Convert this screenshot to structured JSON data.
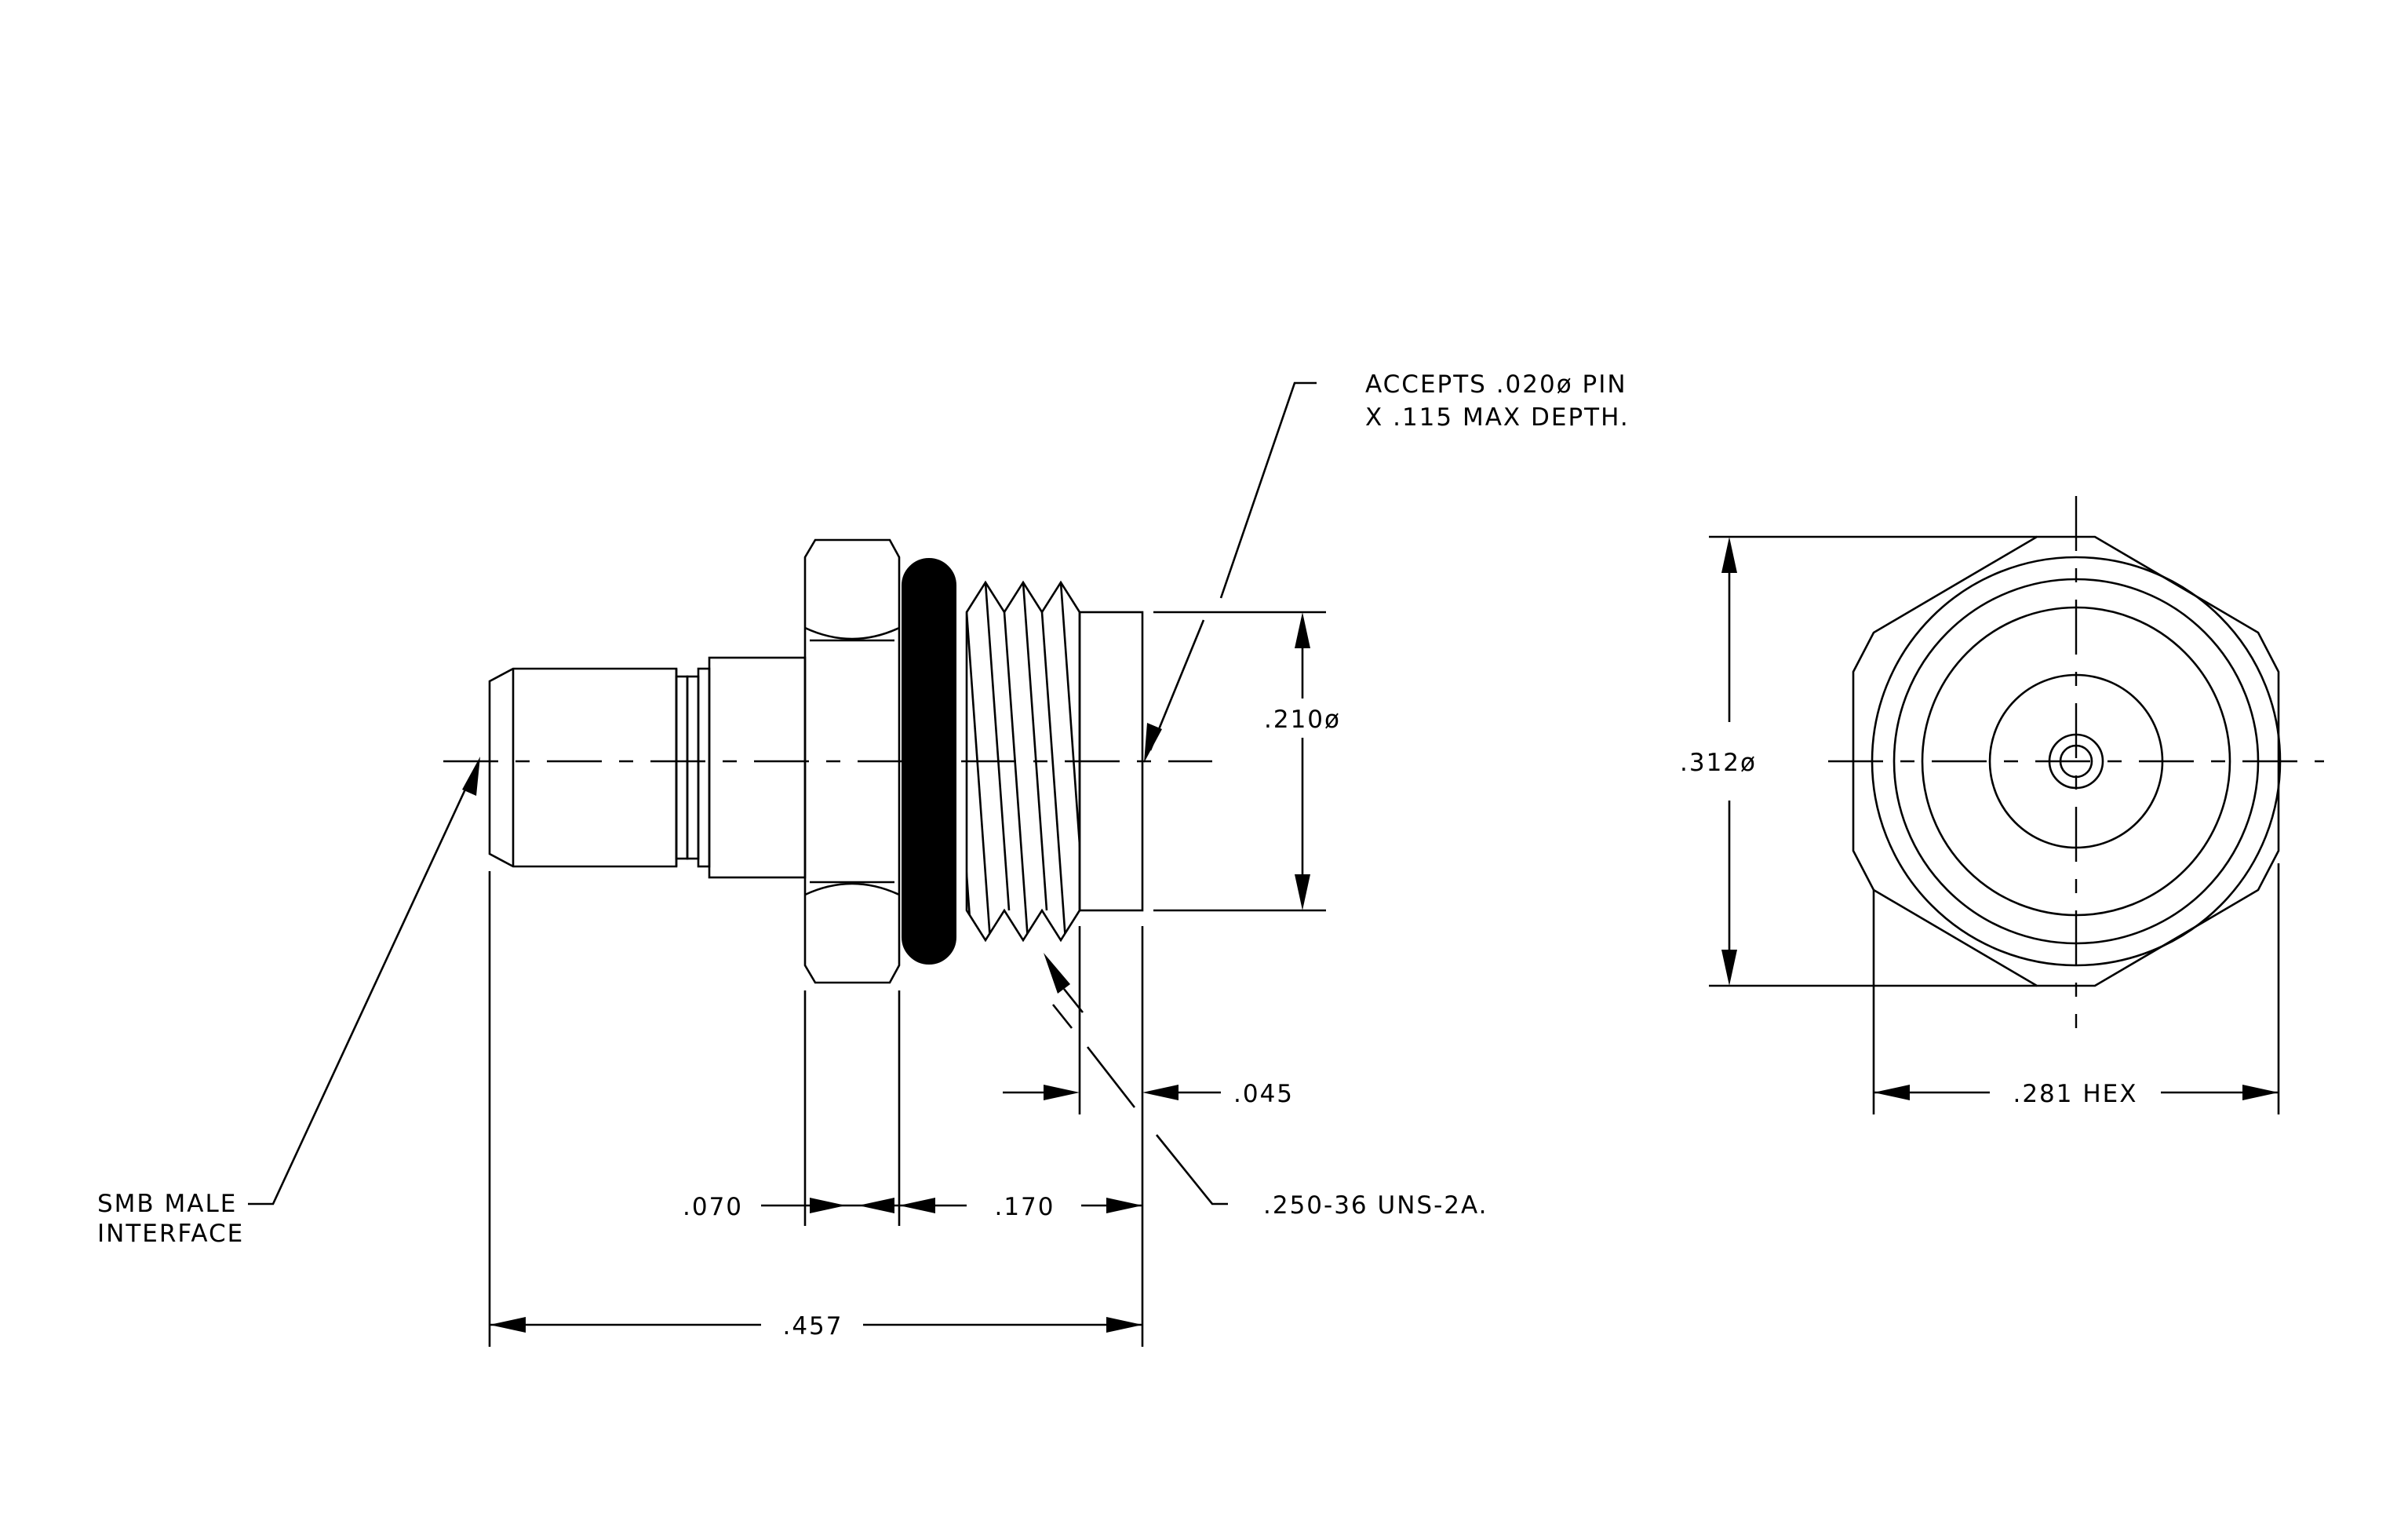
{
  "drawing": {
    "line_color": "#000000",
    "background": "#ffffff",
    "side_view": {
      "part": "SMB male connector, bulkhead side view",
      "callouts": {
        "pin_note_line1": "ACCEPTS .020ø PIN",
        "pin_note_line2": "X .115 MAX DEPTH.",
        "interface_line1": "SMB MALE",
        "interface_line2": "INTERFACE",
        "thread": ".250-36 UNS-2A."
      },
      "dimensions": {
        "body_diameter": ".210ø",
        "hex_thickness": ".070",
        "thread_length": ".170",
        "end_length": ".045",
        "overall_length": ".457"
      }
    },
    "end_view": {
      "dimensions": {
        "across_corners": ".312ø",
        "across_flats": ".281 HEX"
      }
    }
  }
}
